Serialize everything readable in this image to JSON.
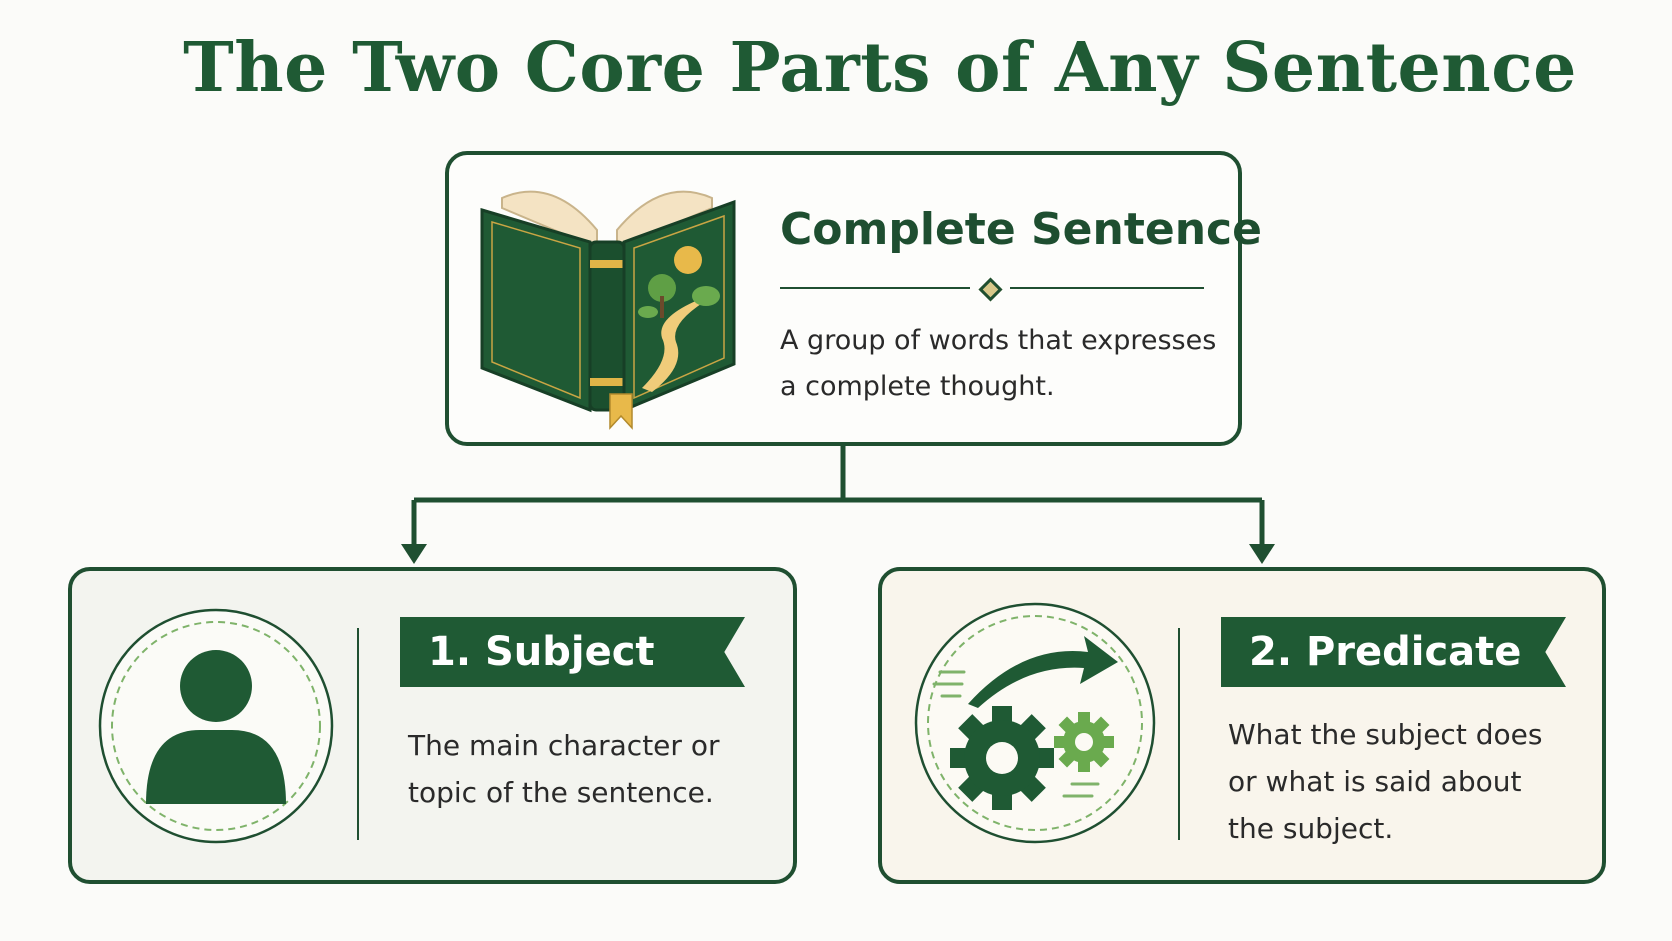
{
  "title": "The Two Core Parts of Any Sentence",
  "top_box": {
    "title": "Complete Sentence",
    "description": "A group of words that expresses a complete thought.",
    "icon": "book-icon"
  },
  "subject_box": {
    "label": "1. Subject",
    "description": "The main character or topic of the sentence.",
    "icon": "person-icon"
  },
  "predicate_box": {
    "label": "2. Predicate",
    "description": "What the subject does or what is said about the subject.",
    "icon": "gears-arrow-icon"
  },
  "colors": {
    "primary": "#1f5a34",
    "border": "#1f4f31",
    "accent_gold": "#e8b94a",
    "accent_light_green": "#6aaa4e"
  }
}
